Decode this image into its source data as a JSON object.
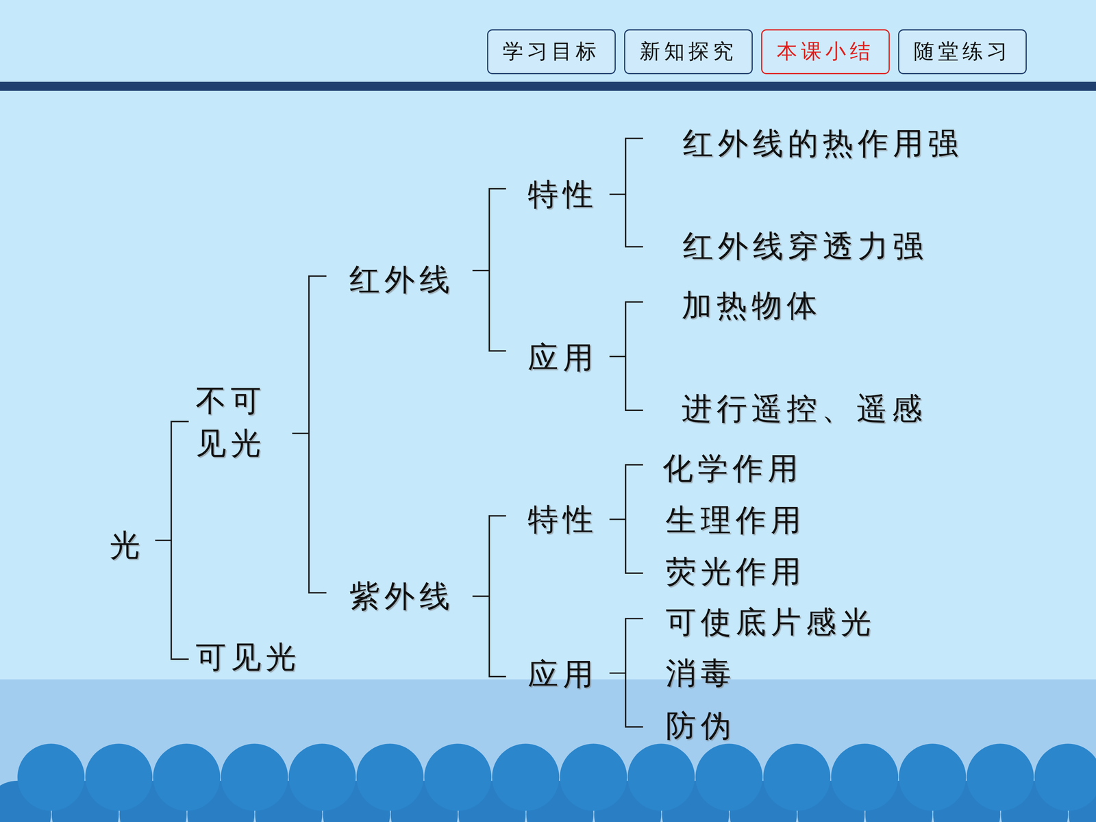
{
  "diagram": {
    "nodes": [
      {
        "text": [
          "学习目标"
        ]
      },
      {
        "text": [
          "新知探究"
        ]
      },
      {
        "text": [
          "本课小结"
        ]
      },
      {
        "text": [
          "随堂练习"
        ]
      }
    ],
    "labels": [
      "光",
      "不可见光",
      "可见光",
      "红外线",
      "紫外线",
      "特性",
      "应用",
      "特性",
      "应用",
      "红外线的热作用强",
      "红外线穿透力强",
      "加热物体",
      "进行遥控、遥感",
      "化学作用",
      "生理作用",
      "荧光作用",
      "可使底片感光",
      "消毒",
      "防伪"
    ]
  }
}
